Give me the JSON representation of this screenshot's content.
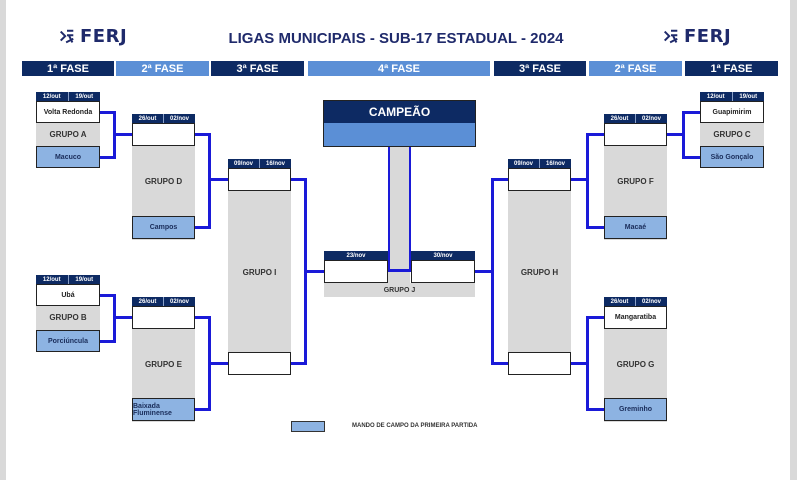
{
  "header": {
    "logo_left": "FERJ",
    "logo_right": "FERJ",
    "title": "LIGAS MUNICIPAIS - SUB-17 ESTADUAL - 2024"
  },
  "phases": [
    {
      "label": "1ª FASE",
      "style": "dark"
    },
    {
      "label": "2ª FASE",
      "style": "light"
    },
    {
      "label": "3ª FASE",
      "style": "dark"
    },
    {
      "label": "4ª FASE",
      "style": "light"
    },
    {
      "label": "3ª FASE",
      "style": "dark"
    },
    {
      "label": "2ª FASE",
      "style": "light"
    },
    {
      "label": "1ª FASE",
      "style": "dark"
    }
  ],
  "groups": {
    "A": {
      "label": "GRUPO A",
      "date1": "12/out",
      "date2": "19/out",
      "team1": "Volta Redonda",
      "team2": "Macuco"
    },
    "B": {
      "label": "GRUPO B",
      "date1": "12/out",
      "date2": "19/out",
      "team1": "Ubá",
      "team2": "Porciúncula"
    },
    "C": {
      "label": "GRUPO C",
      "date1": "12/out",
      "date2": "19/out",
      "team1": "Guapimirim",
      "team2": "São Gonçalo"
    },
    "D": {
      "label": "GRUPO D",
      "date1": "26/out",
      "date2": "02/nov",
      "team1": "",
      "team2": "Campos"
    },
    "E": {
      "label": "GRUPO E",
      "date1": "26/out",
      "date2": "02/nov",
      "team1": "",
      "team2": "Baixada Fluminense"
    },
    "F": {
      "label": "GRUPO F",
      "date1": "26/out",
      "date2": "02/nov",
      "team1": "",
      "team2": "Macaé"
    },
    "G": {
      "label": "GRUPO G",
      "date1": "26/out",
      "date2": "02/nov",
      "team1": "Mangaratiba",
      "team2": "Greminho"
    },
    "H": {
      "label": "GRUPO H",
      "date1": "09/nov",
      "date2": "16/nov",
      "team1": "",
      "team2": ""
    },
    "I": {
      "label": "GRUPO I",
      "date1": "09/nov",
      "date2": "16/nov",
      "team1": "",
      "team2": ""
    },
    "J": {
      "label": "GRUPO J",
      "date1": "23/nov",
      "date2": "30/nov",
      "team1": "",
      "team2": ""
    }
  },
  "champion": {
    "label": "CAMPEÃO",
    "value": ""
  },
  "legend": {
    "text": "MANDO DE CAMPO DA PRIMEIRA PARTIDA",
    "color": "#8db3e2"
  },
  "colors": {
    "dark_blue": "#0d2a63",
    "light_blue": "#5b8fd6",
    "connector": "#1a1ad8",
    "group_bg": "#d9d9d9"
  }
}
